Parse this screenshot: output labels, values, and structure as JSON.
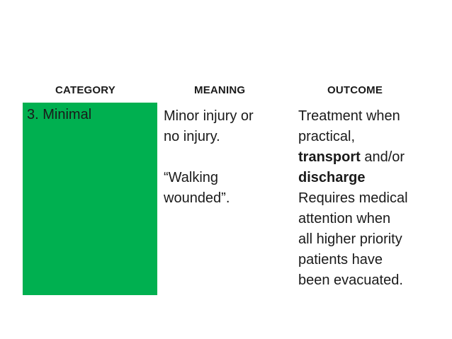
{
  "table": {
    "headers": {
      "category": "CATEGORY",
      "meaning": "MEANING",
      "outcome": "OUTCOME"
    },
    "row": {
      "category": "3. Minimal",
      "category_color": "#00b050",
      "meaning_line1": "Minor injury or",
      "meaning_line2": "no injury.",
      "meaning_line3": "“Walking",
      "meaning_line4": "wounded”.",
      "outcome_line1": "Treatment when",
      "outcome_line2": "practical,",
      "outcome_bold1": "transport",
      "outcome_line3_rest": " and/or",
      "outcome_bold2": "discharge",
      "outcome_line5": "Requires medical",
      "outcome_line6": "attention when",
      "outcome_line7": "all higher priority",
      "outcome_line8": "patients have",
      "outcome_line9": "been evacuated."
    }
  }
}
